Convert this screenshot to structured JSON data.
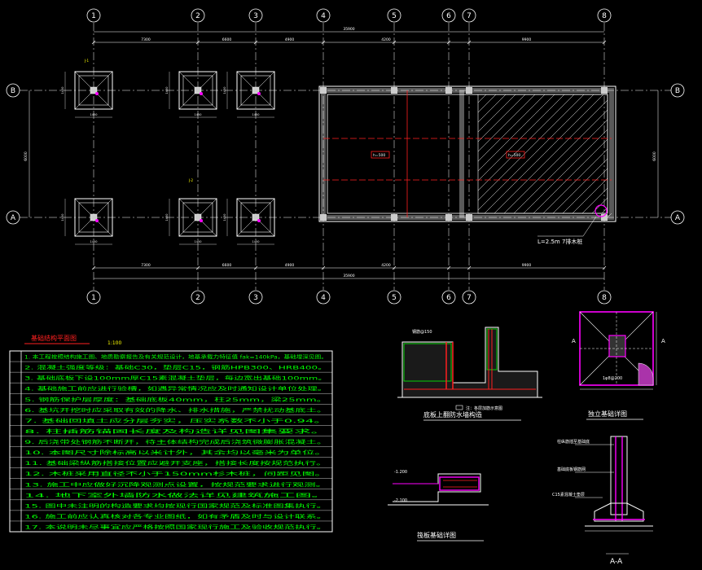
{
  "grid": {
    "col_labels": [
      "1",
      "2",
      "3",
      "4",
      "5",
      "6",
      "7",
      "8"
    ],
    "row_labels": [
      "B",
      "A"
    ],
    "top_dims": [
      "7300",
      "6600",
      "4900",
      "4200",
      "9900"
    ],
    "top_total": "35900",
    "bottom_dims": [
      "7300",
      "6600",
      "4900",
      "4200",
      "9900"
    ],
    "bottom_total": "35900",
    "side_dim": "6000"
  },
  "footing": {
    "dims_small": "1450",
    "note_top": "J-1",
    "note_mid": "J-2"
  },
  "slab": {
    "tag_left": "h=500",
    "tag_right": "h=500",
    "pile_note": "L=2.5m 7排木桩"
  },
  "plan_title": "基础结构平面图",
  "plan_scale": "1:100",
  "notes": [
    "1. 本工程按照结构施工图、地质勘察报告及有关规范设计，地基承载力特征值 fak=140kPa，基础埋深见图。",
    "2. 混凝土强度等级：基础C30，垫层C15，钢筋HPB300、HRB400。",
    "3. 基础底板下设100mm厚C15素混凝土垫层，每边宽出基础100mm。",
    "4. 基础施工前应进行验槽，如遇异常情况应及时通知设计单位处理。",
    "5. 钢筋保护层厚度：基础底板40mm，柱25mm，梁25mm。",
    "6. 基坑开挖时应采取有效的降水、排水措施，严禁扰动基底土。",
    "7. 基础回填土应分层夯实，压实系数不小于0.94。",
    "8. 柱插筋锚固长度及构造详见图集要求。",
    "9. 后浇带处钢筋不断开，待主体结构完成后浇筑微膨胀混凝土。",
    "10. 本图尺寸除标高以米计外，其余均以毫米为单位。",
    "11. 基础梁纵筋搭接位置应避开支座，搭接长度按规范执行。",
    "12. 木桩采用直径不小于150mm杉木桩，间距见图。",
    "13. 施工中应做好沉降观测点设置，按规范要求进行观测。",
    "14. 地下室外墙防水做法详见建筑施工图。",
    "15. 图中未注明的构造要求均按现行国家规范及标准图集执行。",
    "16. 施工前应认真核对各专业图纸，如有矛盾及时与设计联系。",
    "17. 本说明未尽事宜应严格按照国家现行施工及验收规范执行。"
  ],
  "detail1": {
    "title": "底板上翻防水墙构造",
    "legend": "注：各层加筋示意图",
    "tag": "钢筋@150"
  },
  "detail2": {
    "title": "筏板基础详图",
    "elev1": "-1.200",
    "elev2": "-2.100"
  },
  "detail3": {
    "title": "独立基础详图",
    "note": "1φ8@200"
  },
  "detail4": {
    "title": "A-A",
    "labels": [
      "柱纵筋插至基础底",
      "基础底板钢筋网",
      "C15素混凝土垫层"
    ]
  },
  "colors": {
    "cyan": "#00e5ff",
    "white": "#ffffff",
    "yellow": "#ffff00",
    "green": "#00ff00",
    "red": "#ff2020",
    "magenta": "#ff00ff",
    "purple": "#a060ff"
  }
}
